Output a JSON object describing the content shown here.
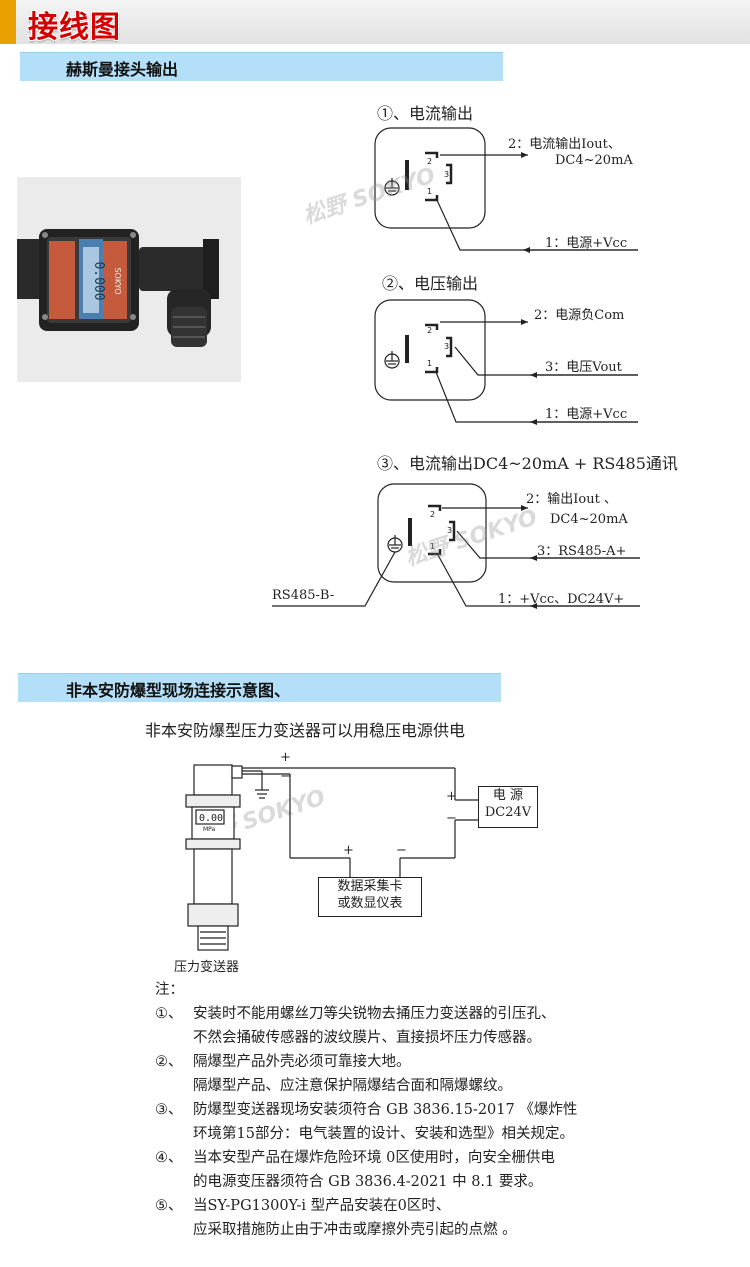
{
  "header": {
    "title": "接线图"
  },
  "section1": {
    "title": "赫斯曼接头输出",
    "product_brand": "SOKYO",
    "d1": {
      "title": "①、电流输出",
      "pin2_a": "2：电流输出Iout、",
      "pin2_b": "DC4~20mA",
      "pin1": "1：电源+Vcc"
    },
    "d2": {
      "title": "②、电压输出",
      "pin2": "2：电源负Com",
      "pin3": "3：电压Vout",
      "pin1": "1：电源+Vcc"
    },
    "d3": {
      "title": "③、电流输出DC4~20mA + RS485通讯",
      "pin2_a": "2：输出Iout 、",
      "pin2_b": "DC4~20mA",
      "pin3": "3：RS485-A+",
      "pin1": "1：+Vcc、DC24V+",
      "rsb": "RS485-B-"
    },
    "pins": {
      "p1": "1",
      "p2": "2",
      "p3": "3"
    }
  },
  "section2": {
    "title": "非本安防爆型现场连接示意图、",
    "subtitle": "非本安防爆型压力变送器可以用稳压电源供电",
    "transmitter_label": "压力变送器",
    "display_value": "0.00",
    "display_unit": "MPa",
    "power_label_1": "电 源",
    "power_label_2": "DC24V",
    "daq_label_1": "数据采集卡",
    "daq_label_2": "或数显仪表",
    "plus": "+",
    "minus": "−"
  },
  "watermark": {
    "text": "松野 SOKYO"
  },
  "notes": {
    "heading": "注：",
    "items": [
      {
        "num": "①、",
        "lines": [
          "安装时不能用螺丝刀等尖锐物去捅压力变送器的引压孔、",
          "不然会捅破传感器的波纹膜片、直接损坏压力传感器。"
        ]
      },
      {
        "num": "②、",
        "lines": [
          "隔爆型产品外壳必须可靠接大地。",
          "隔爆型产品、应注意保护隔爆结合面和隔爆螺纹。"
        ]
      },
      {
        "num": "③、",
        "lines": [
          "防爆型变送器现场安装须符合 GB 3836.15-2017 《爆炸性",
          "环境第15部分：电气装置的设计、安装和选型》相关规定。"
        ]
      },
      {
        "num": "④、",
        "lines": [
          "当本安型产品在爆炸危险环境 0区使用时，向安全栅供电",
          "的电源变压器须符合 GB 3836.4-2021 中 8.1 要求。"
        ]
      },
      {
        "num": "⑤、",
        "lines": [
          "当SY-PG1300Y-i 型产品安装在0区时、",
          "应采取措施防止由于冲击或摩擦外壳引起的点燃 。"
        ]
      }
    ]
  }
}
